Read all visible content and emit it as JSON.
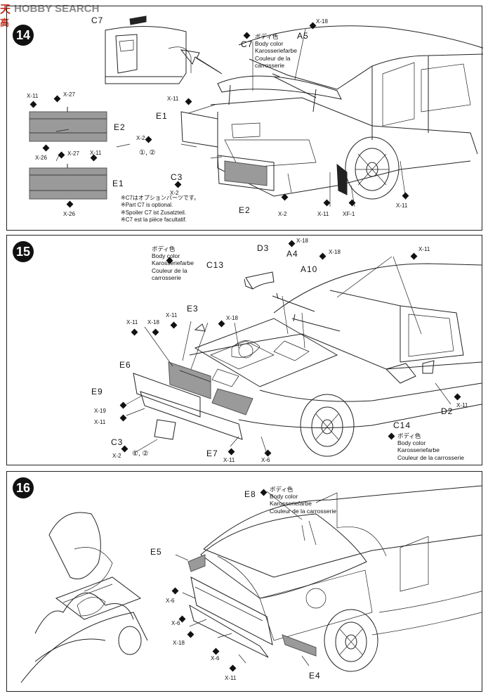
{
  "watermark": {
    "logo_cn": "天",
    "logo_en": "HOBBY SEARCH",
    "logo_cn2": "高"
  },
  "step14": {
    "number": "14",
    "labels": {
      "c7_top": "C7",
      "c7_body": "C7",
      "a5": "A5",
      "e1_left": "E1",
      "e2_side": "E2",
      "e1_side": "E1",
      "c3": "C3",
      "e2_bottom": "E2",
      "x11_a": "X-11",
      "x27_a": "X-27",
      "x26_a": "X-26",
      "x27_b": "X-27",
      "x11_b": "X-11",
      "x26_b": "X-26",
      "x11_c": "X-11",
      "x2_a": "X-2",
      "x2_b": "X-2",
      "x18": "X-18",
      "x2_c": "X-2",
      "x11_d": "X-11",
      "xf1": "XF-1",
      "x11_e": "X-11",
      "circ": "①, ②"
    },
    "body_color": [
      "ボディ色",
      "Body color",
      "Karosseriefarbe",
      "Couleur de la",
      "carrosserie"
    ],
    "notes": [
      "※C7はオプションパーツです。",
      "※Part C7 is optional.",
      "※Spoiler C7 ist Zusatzteil.",
      "※C7 est la pièce facultatif."
    ]
  },
  "step15": {
    "number": "15",
    "labels": {
      "c13": "C13",
      "d3": "D3",
      "a4": "A4",
      "a10": "A10",
      "e3": "E3",
      "e6": "E6",
      "e9": "E9",
      "c3": "C3",
      "e7": "E7",
      "d2": "D2",
      "c14": "C14",
      "x18_a": "X-18",
      "x18_b": "X-18",
      "x11_top": "X-11",
      "x11_a": "X-11",
      "x18_c": "X-18",
      "x11_b": "X-11",
      "x18_d": "X-18",
      "x19": "X-19",
      "x11_c": "X-11",
      "x2": "X-2",
      "x11_d": "X-11",
      "x6": "X-6",
      "x11_e": "X-11",
      "circ": "①, ②"
    },
    "body_color_top": [
      "ボディ色",
      "Body color",
      "Karosseriefarbe",
      "Couleur de la",
      "carrosserie"
    ],
    "body_color_c14": [
      "ボディ色",
      "Body color",
      "Karosseriefarbe",
      "Couleur de la carrosserie"
    ]
  },
  "step16": {
    "number": "16",
    "labels": {
      "e8": "E8",
      "e5": "E5",
      "e4": "E4",
      "x6_a": "X-6",
      "x6_b": "X-6",
      "x18": "X-18",
      "x6_c": "X-6",
      "x11": "X-11"
    },
    "body_color": [
      "ボディ色",
      "Body color",
      "Karosseriefarbe",
      "Couleur de la carrosserie"
    ]
  }
}
